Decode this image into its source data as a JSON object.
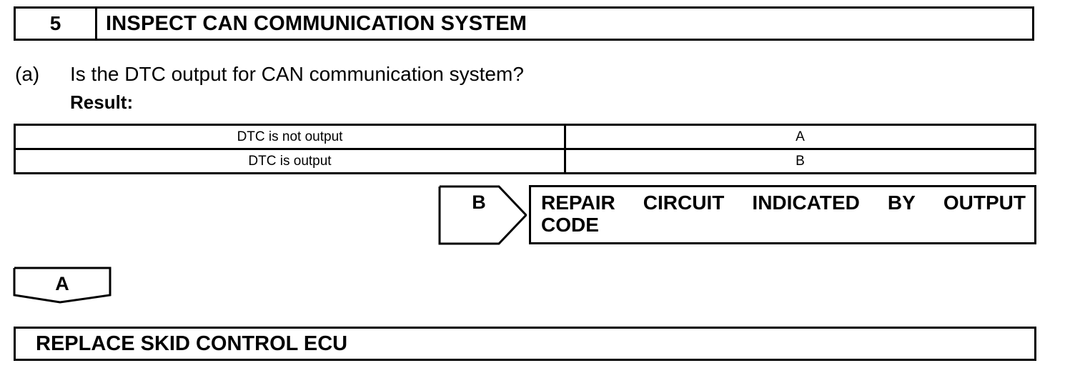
{
  "step": {
    "number": "5",
    "title": "INSPECT CAN COMMUNICATION SYSTEM"
  },
  "question": {
    "marker": "(a)",
    "text": "Is the DTC output for CAN communication system?",
    "result_label": "Result:"
  },
  "results": [
    {
      "condition": "DTC is not output",
      "code": "A"
    },
    {
      "condition": "DTC is output",
      "code": "B"
    }
  ],
  "branch_b": {
    "letter": "B",
    "action_line1": [
      "REPAIR",
      "CIRCUIT",
      "INDICATED",
      "BY",
      "OUTPUT"
    ],
    "action_line2": "CODE"
  },
  "branch_a": {
    "letter": "A"
  },
  "final_action": "REPLACE SKID CONTROL ECU"
}
